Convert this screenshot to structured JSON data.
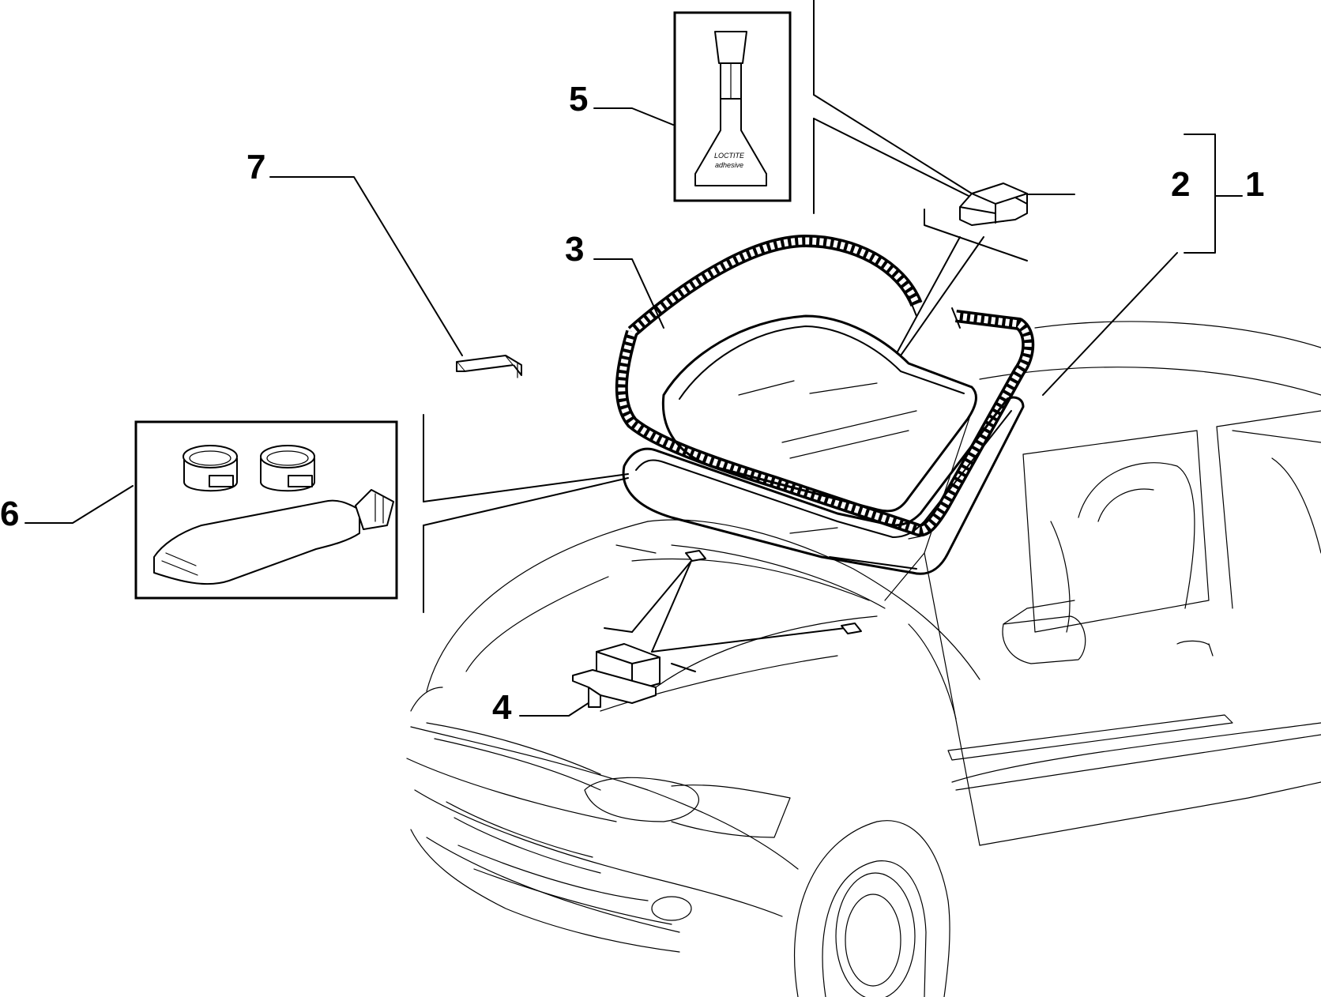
{
  "diagram": {
    "callouts": [
      {
        "id": "1",
        "text": "1"
      },
      {
        "id": "2",
        "text": "2"
      },
      {
        "id": "3",
        "text": "3"
      },
      {
        "id": "4",
        "text": "4"
      },
      {
        "id": "5",
        "text": "5"
      },
      {
        "id": "6",
        "text": "6"
      },
      {
        "id": "7",
        "text": "7"
      }
    ],
    "adhesive_label": {
      "line1": "LOCTITE",
      "line2": "adhesive"
    }
  }
}
